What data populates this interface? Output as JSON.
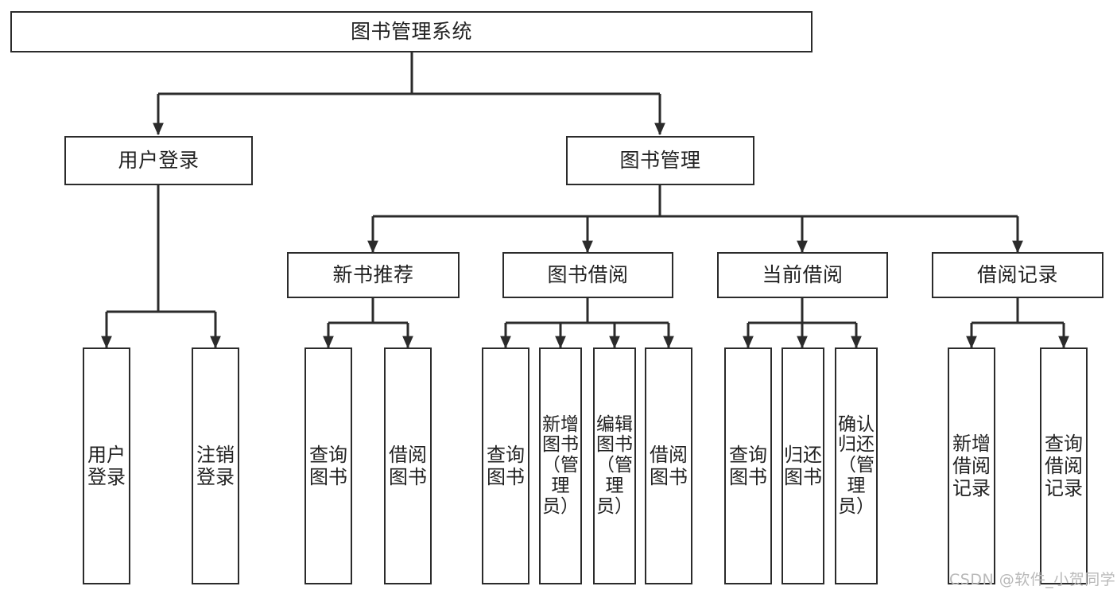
{
  "diagram": {
    "title": "图书管理系统",
    "type": "tree",
    "root": {
      "label": "图书管理系统"
    },
    "level1": [
      {
        "label": "用户登录"
      },
      {
        "label": "图书管理"
      }
    ],
    "level2": [
      {
        "label": "新书推荐",
        "parent": "图书管理"
      },
      {
        "label": "图书借阅",
        "parent": "图书管理"
      },
      {
        "label": "当前借阅",
        "parent": "图书管理"
      },
      {
        "label": "借阅记录",
        "parent": "图书管理"
      }
    ],
    "leaves": [
      {
        "label": "用户登录",
        "parent": "用户登录"
      },
      {
        "label": "注销登录",
        "parent": "用户登录"
      },
      {
        "label": "查询图书",
        "parent": "新书推荐"
      },
      {
        "label": "借阅图书",
        "parent": "新书推荐"
      },
      {
        "label": "查询图书",
        "parent": "图书借阅"
      },
      {
        "label": "新增图书（管理员）",
        "parent": "图书借阅"
      },
      {
        "label": "编辑图书（管理员）",
        "parent": "图书借阅"
      },
      {
        "label": "借阅图书",
        "parent": "图书借阅"
      },
      {
        "label": "查询图书",
        "parent": "当前借阅"
      },
      {
        "label": "归还图书",
        "parent": "当前借阅"
      },
      {
        "label": "确认归还（管理员）",
        "parent": "当前借阅"
      },
      {
        "label": "新增借阅记录",
        "parent": "借阅记录"
      },
      {
        "label": "查询借阅记录",
        "parent": "借阅记录"
      }
    ]
  },
  "watermark": {
    "text": "CSDN @软件_小贺同学"
  },
  "colors": {
    "background": "#ffffff",
    "node_border": "#2b2b2b",
    "node_fill": "#ffffff",
    "edge": "#2b2b2b",
    "text": "#222222",
    "watermark": "#b9b9b9"
  }
}
